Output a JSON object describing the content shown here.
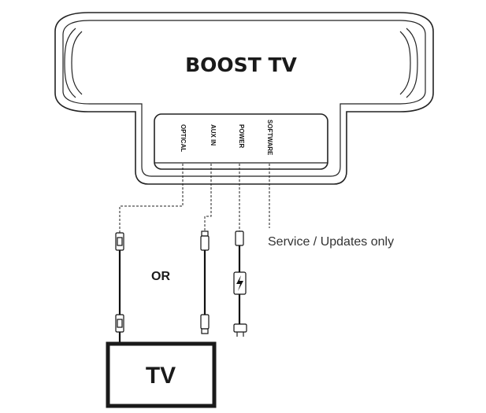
{
  "device": {
    "brand_label": "BOOST TV",
    "ports": [
      {
        "label": "OPTICAL"
      },
      {
        "label": "AUX IN"
      },
      {
        "label": "POWER"
      },
      {
        "label": "SOFTWARE"
      }
    ]
  },
  "annotations": {
    "software_note": "Service / Updates only",
    "or_label": "OR"
  },
  "tv": {
    "label": "TV"
  },
  "icons": [
    "power-bolt-icon",
    "optical-plug-icon",
    "aux-plug-icon",
    "power-plug-icon"
  ]
}
